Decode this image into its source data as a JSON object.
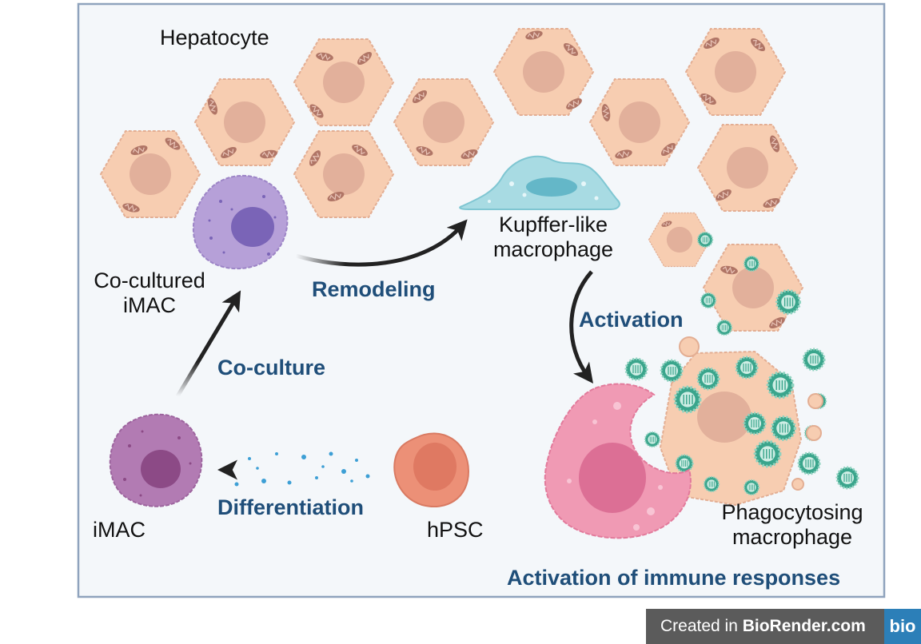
{
  "labels": {
    "hepatocyte": "Hepatocyte",
    "cocultured_imac_line1": "Co-cultured",
    "cocultured_imac_line2": "iMAC",
    "kupffer_line1": "Kupffer-like",
    "kupffer_line2": "macrophage",
    "phagocytosing_line1": "Phagocytosing",
    "phagocytosing_line2": "macrophage",
    "imac": "iMAC",
    "hpsc": "hPSC"
  },
  "steps": {
    "remodeling": "Remodeling",
    "activation": "Activation",
    "coculture": "Co-culture",
    "differentiation": "Differentiation",
    "immune": "Activation of immune responses"
  },
  "watermark": {
    "prefix": "Created in ",
    "brand": "BioRender.com",
    "logo": "bio"
  },
  "colors": {
    "frame": "#8fa3bd",
    "hepatocyte_fill": "#f7cdb1",
    "hepatocyte_nucleus": "#e2b09b",
    "mitochondria": "#b07566",
    "imac_fill": "#b6a0d8",
    "imac_nucleus": "#7a64b7",
    "kupffer_fill": "#a8dbe3",
    "kupffer_nucleus": "#64b7c8",
    "phago_fill": "#f09ab4",
    "phago_nucleus": "#dc6f95",
    "imac_purple": "#b27bb3",
    "imac_purple_nucleus": "#8c4a86",
    "hpsc_fill": "#ec9077",
    "hpsc_nucleus": "#df7962",
    "virus": "#3aa58c",
    "step_text": "#1f4e79",
    "arrow": "#222222"
  }
}
